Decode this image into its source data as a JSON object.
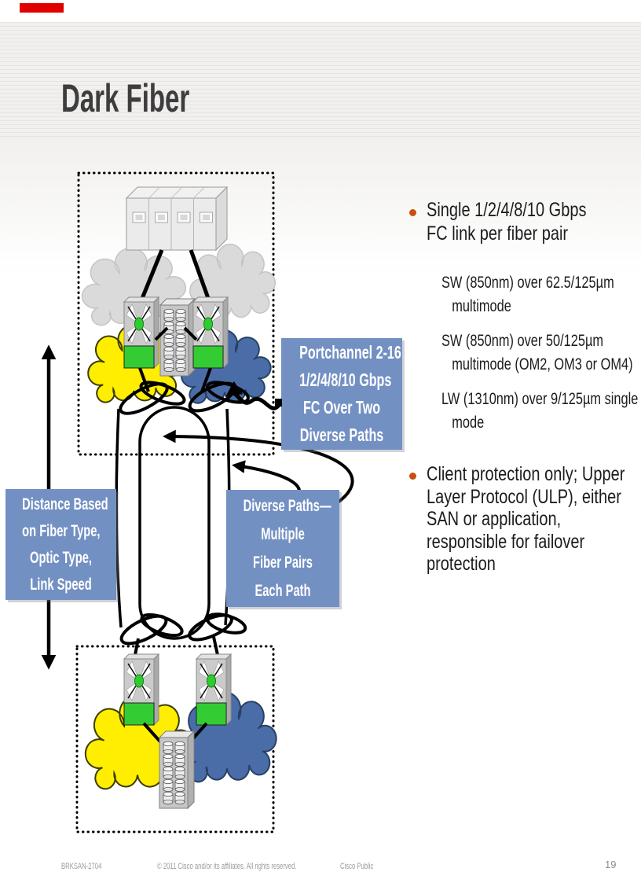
{
  "slide": {
    "title": "Dark Fiber",
    "accent_color": "#e00000"
  },
  "bullets": {
    "b1": {
      "lines": [
        "Single 1/2/4/8/10 Gbps",
        "FC link per fiber pair"
      ],
      "subs": [
        {
          "lines": [
            "SW (850nm) over 62.5/125µm",
            "multimode"
          ]
        },
        {
          "lines": [
            "SW (850nm) over 50/125µm",
            "multimode (OM2, OM3 or OM4)"
          ]
        },
        {
          "lines": [
            "LW (1310nm) over 9/125µm single",
            "mode"
          ]
        }
      ]
    },
    "b2": {
      "lines": [
        "Client protection only; Upper",
        "Layer Protocol (ULP), either",
        "SAN or application,",
        "responsible for failover",
        "protection"
      ]
    }
  },
  "labels": {
    "portchannel": {
      "lines": [
        "Portchannel 2-16",
        "1/2/4/8/10 Gbps",
        "FC Over Two",
        "Diverse Paths"
      ],
      "bg": "#7390c3"
    },
    "distance": {
      "lines": [
        "Distance Based",
        "on Fiber Type,",
        "Optic Type,",
        "Link Speed"
      ],
      "bg": "#7390c3"
    },
    "diverse": {
      "lines": [
        "Diverse Paths—",
        "Multiple",
        "Fiber Pairs",
        "Each Path"
      ],
      "bg": "#7390c3"
    }
  },
  "diagram": {
    "colors": {
      "cloud_yellow": "#ffee00",
      "cloud_blue": "#4a6da8",
      "cloud_gray": "#dadada",
      "switch_green": "#33cc33",
      "bullet_orange": "#c8500f"
    }
  },
  "footer": {
    "session_id": "BRKSAN-2704",
    "copyright": "© 2011 Cisco and/or its affiliates. All rights reserved.",
    "classification": "Cisco Public",
    "page_number": "19"
  }
}
